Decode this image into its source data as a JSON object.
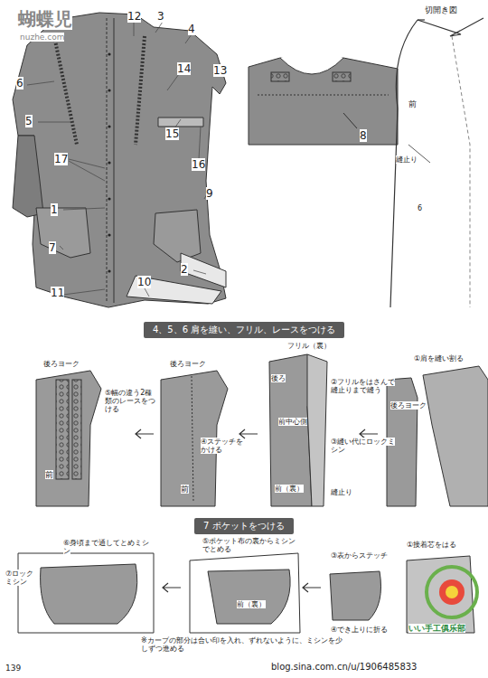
{
  "diagram": {
    "nodes": [
      {
        "text": [
          "4、5、6 肩を縫い、フリル、レースをつける"
        ]
      },
      {
        "text": [
          "7 ポケットをつける"
        ]
      }
    ],
    "labels": [
      "蝴蝶児",
      "nuzhe.com",
      "12",
      "3",
      "4",
      "6",
      "14",
      "13",
      "5",
      "15",
      "8",
      "17",
      "16",
      "9",
      "1",
      "7",
      "2",
      "11",
      "10",
      "切開き図",
      "前",
      "縫止り",
      "6",
      "後ろヨーク",
      "⑤幅の違う2種類のレースをつける",
      "前",
      "後ろヨーク",
      "④ステッチをかける",
      "前",
      "フリル（裏）",
      "後ろ",
      "②フリルをはさんで縫止りまで縫う",
      "前中心側",
      "③縫い代にロックミシン",
      "前（裏）",
      "縫止り",
      "①肩を縫い割る",
      "後ろヨーク",
      "⑥身頃まで通してとめミシン",
      "⑦ロックミシン",
      "⑤ポケット布の裏からミシンでとめる",
      "前（裏）",
      "※カーブの部分は合い印を入れ、ずれないように、ミシンを少しずつ進める",
      "③表からステッチ",
      "④でき上りに折る",
      "①接着芯をはる",
      "いい手工俱乐部",
      "139",
      "blog.sina.com.cn/u/1906485833"
    ]
  }
}
